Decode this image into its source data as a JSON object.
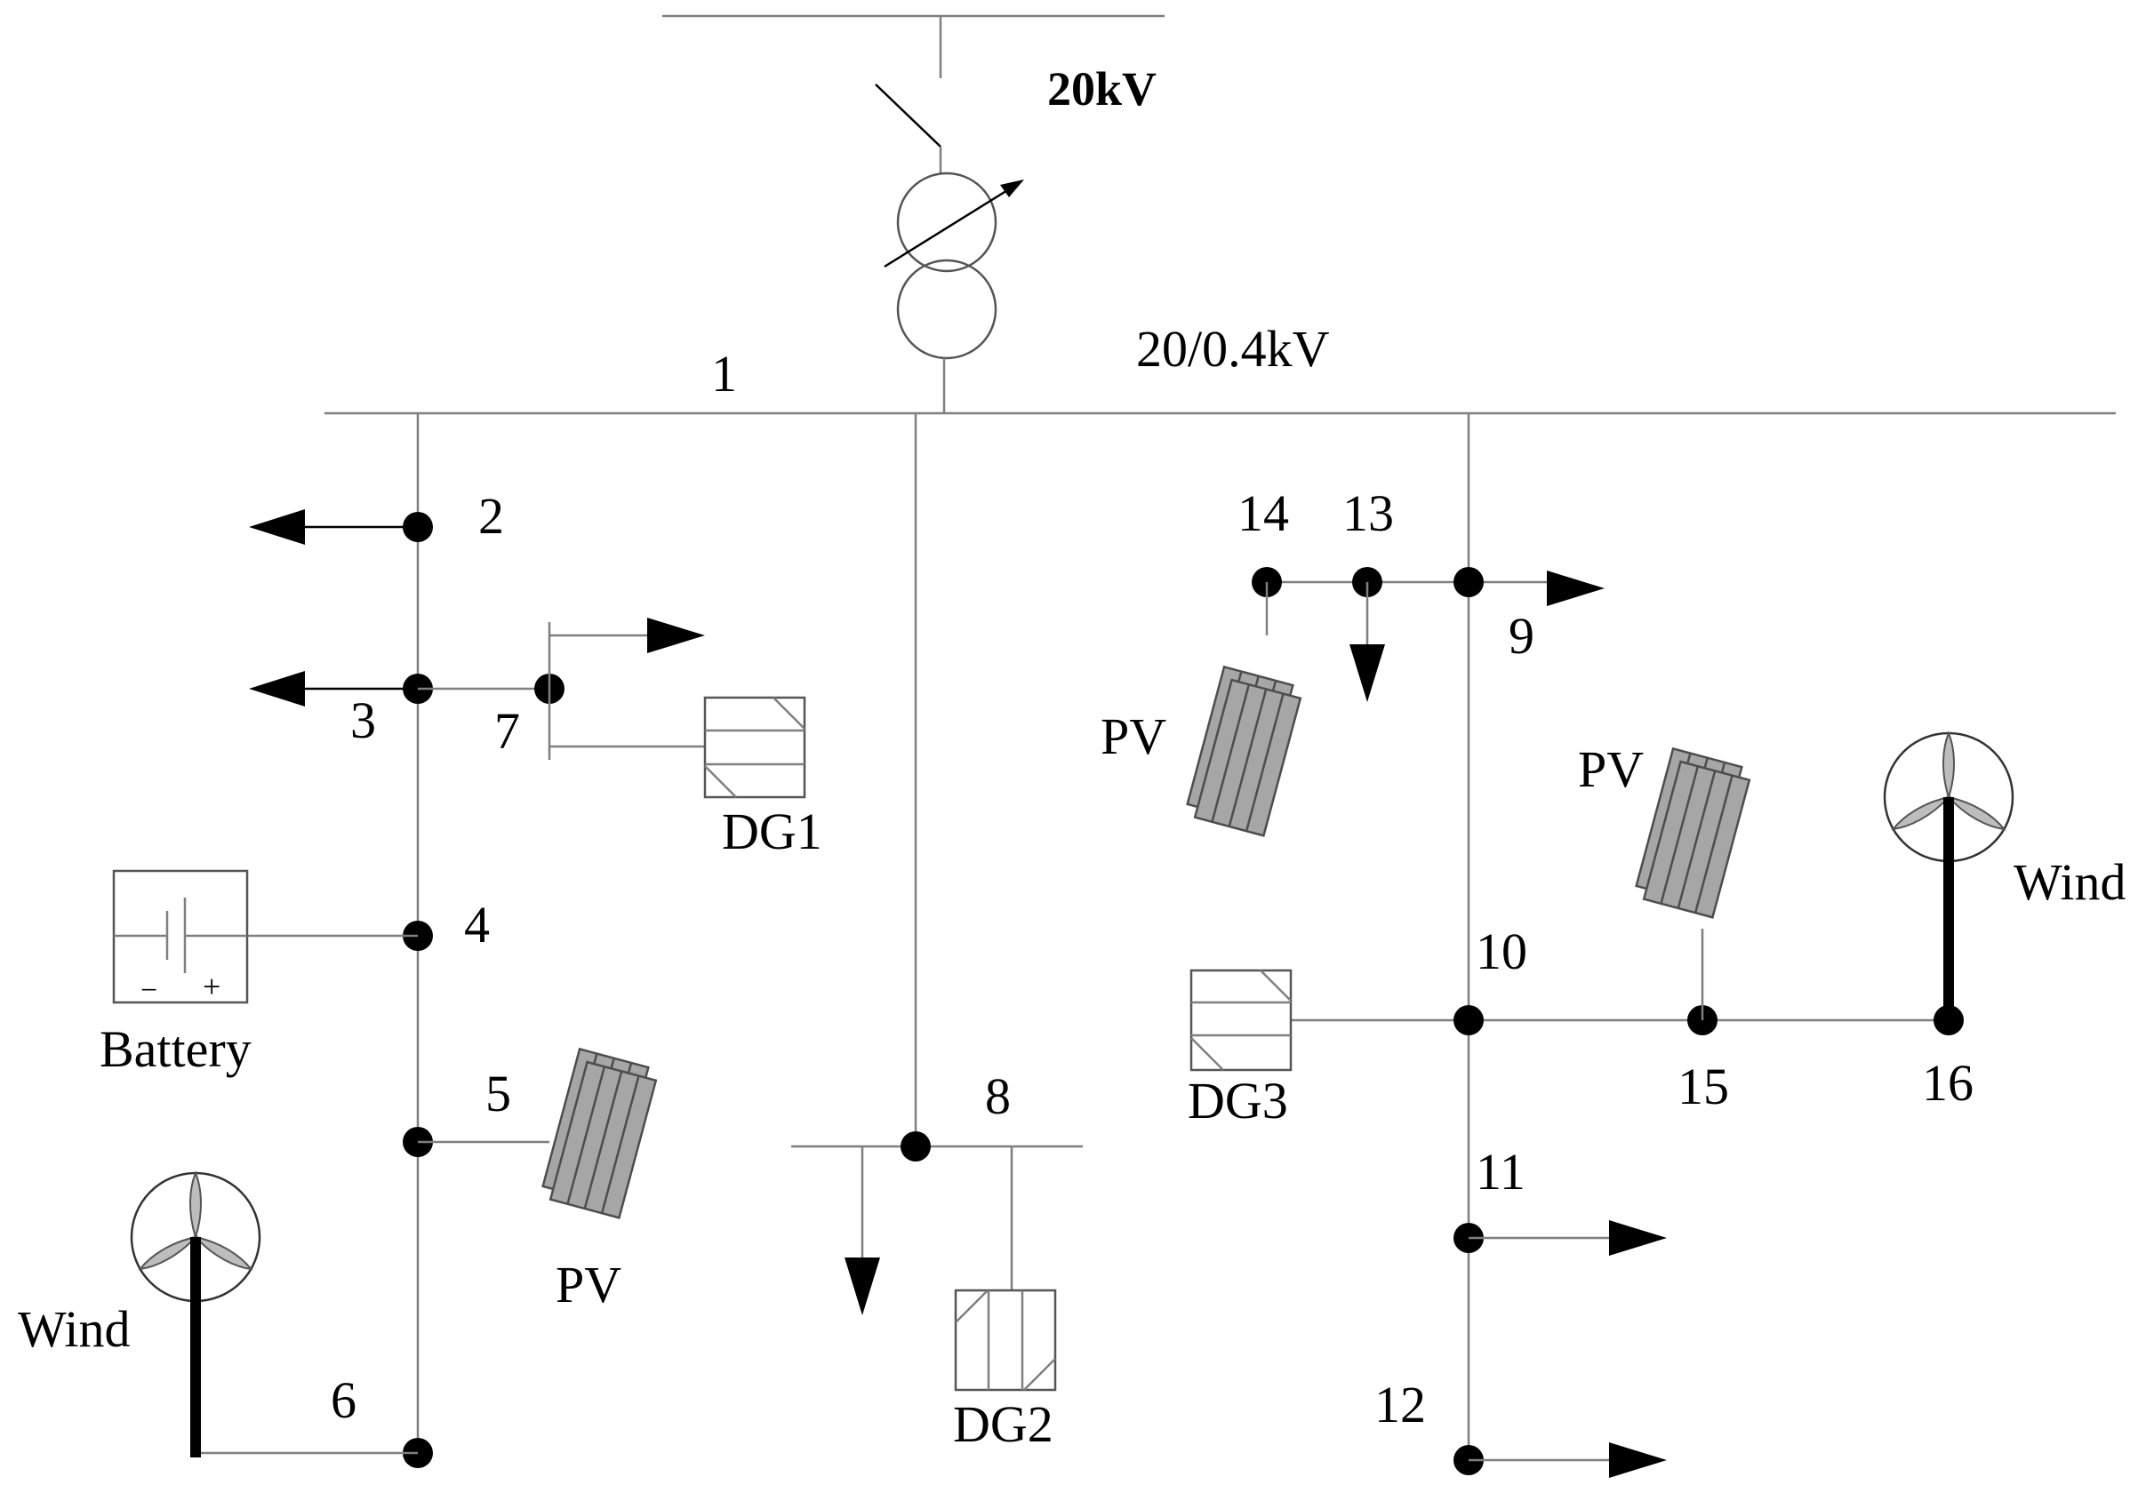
{
  "voltage_high": "20kV",
  "transformer_ratio": "20/0.4kV",
  "buses": {
    "b1": "1",
    "b2": "2",
    "b3": "3",
    "b4": "4",
    "b5": "5",
    "b6": "6",
    "b7": "7",
    "b8": "8",
    "b9": "9",
    "b10": "10",
    "b11": "11",
    "b12": "12",
    "b13": "13",
    "b14": "14",
    "b15": "15",
    "b16": "16"
  },
  "components": {
    "battery": "Battery",
    "battery_minus": "−",
    "battery_plus": "+",
    "dg1": "DG1",
    "dg2": "DG2",
    "dg3": "DG3",
    "pv": "PV",
    "wind": "Wind"
  }
}
